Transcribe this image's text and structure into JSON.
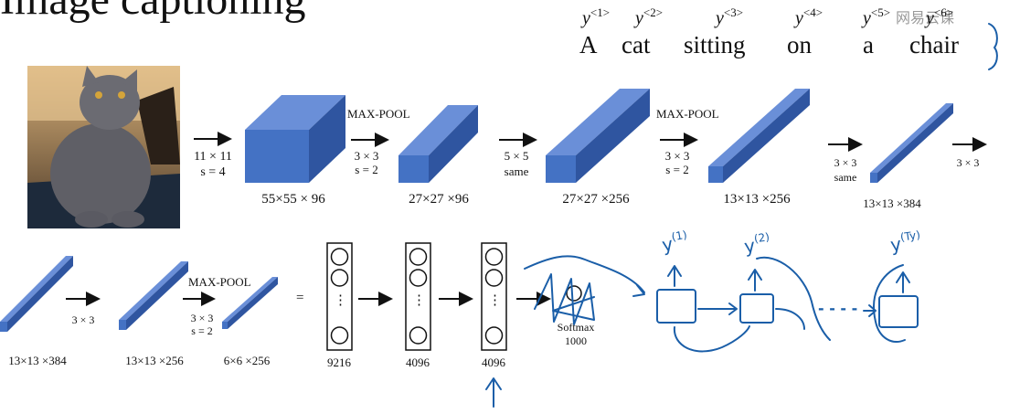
{
  "title": "Image captioning",
  "watermark": "网易云课",
  "caption": {
    "y_symbol": "y",
    "superscripts": [
      "<1>",
      "<2>",
      "<3>",
      "<4>",
      "<5>",
      "<6>"
    ],
    "words": [
      "A",
      "cat",
      "sitting",
      "on",
      "a",
      "chair"
    ]
  },
  "cnn_row1": {
    "op1": [
      "11 × 11",
      "s = 4"
    ],
    "vol1": "55×55 × 96",
    "maxpool1": "MAX-POOL",
    "op2": [
      "3 × 3",
      "s = 2"
    ],
    "vol2": "27×27 ×96",
    "op3": [
      "5 × 5",
      "same"
    ],
    "vol3": "27×27 ×256",
    "maxpool2": "MAX-POOL",
    "op4": [
      "3 × 3",
      "s = 2"
    ],
    "vol4": "13×13 ×256",
    "op5": [
      "3 × 3",
      "same"
    ],
    "vol5": "13×13 ×384",
    "op6": "3 × 3"
  },
  "cnn_row2": {
    "vol6": "13×13 ×384",
    "op7": "3 × 3",
    "vol7": "13×13 ×256",
    "maxpool3": "MAX-POOL",
    "op8": [
      "3 × 3",
      "s = 2"
    ],
    "vol8": "6×6 ×256",
    "equals": "=",
    "fc1": "9216",
    "fc2": "4096",
    "fc3": "4096",
    "softmax": "Softmax",
    "softmax_units": "1000",
    "dots": "⋮"
  },
  "annotations": {
    "y1": "y",
    "y1_sup": "(1)",
    "y2": "y",
    "y2_sup": "(2)",
    "yT": "y",
    "yT_sup": "(Ty)",
    "rnn_dots": "- - - -"
  },
  "colors": {
    "box": "#4472c4",
    "box_top": "#6a8fd8",
    "box_side": "#2f55a0",
    "ink": "#1a5ea8"
  }
}
